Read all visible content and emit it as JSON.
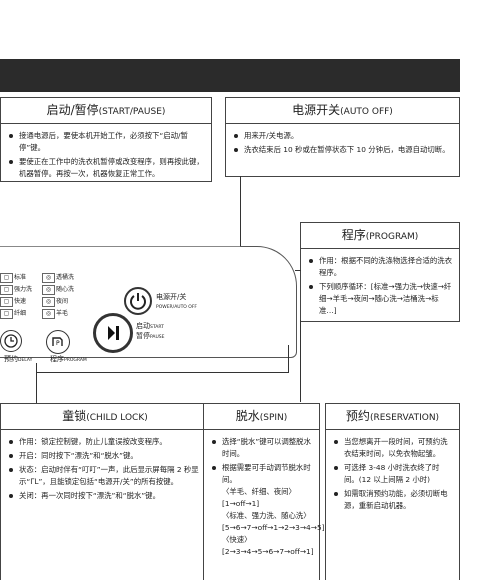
{
  "start_pause": {
    "title": "启动/暂停",
    "title_en": "(START/PAUSE)",
    "items": [
      "接通电源后，要使本机开始工作，必须按下“启动/暂停”键。",
      "要使正在工作中的洗衣机暂停或改变程序，则再按此键，机器暂停。再按一次，机器恢复正常工作。"
    ]
  },
  "power": {
    "title": "电源开关",
    "title_en": "(AUTO OFF)",
    "items": [
      "用来开/关电源。",
      "洗衣结束后 10 秒或在暂停状态下 10 分钟后，电源自动切断。"
    ]
  },
  "program": {
    "title": "程序",
    "title_en": "(PROGRAM)",
    "items": [
      "作用：根据不同的洗涤物选择合适的洗衣程序。",
      "下列顺序循环：[标准→强力洗→快速→纤细→羊毛→夜间→随心洗→洁桶洗→标准…]"
    ]
  },
  "panel": {
    "cycles_left": [
      "标准",
      "强力洗",
      "快速",
      "纤细"
    ],
    "cycles_right": [
      "透桶洗",
      "随心洗",
      "夜间",
      "羊毛"
    ],
    "power_label": "电源开/关",
    "power_label_en": "POWER/AUTO OFF",
    "start_label": "启动",
    "start_label_en": "START",
    "pause_label": "暂停",
    "pause_label_en": "PAUSE",
    "program_label": "程序",
    "program_label_en": "PROGRAM",
    "delay_label": "预约",
    "delay_label_en": "DELAY"
  },
  "child_lock": {
    "title": "童锁",
    "title_en": "(CHILD LOCK)",
    "items": [
      "作用：锁定控制键，防止儿童误按改变程序。",
      "开启：同时按下“漂洗”和“脱水”键。",
      "状态：启动时伴有“叮叮”一声，此后显示屏每隔 2 秒显示“ᒥᒪ”，且能锁定包括“电源开/关”的所有按键。",
      "关闭：再一次同时按下“漂洗”和“脱水”键。"
    ]
  },
  "spin": {
    "title": "脱水",
    "title_en": "(SPIN)",
    "items": [
      "选择“脱水”键可以调整脱水时间。",
      "根据需要可手动调节脱水时间。"
    ],
    "sequences": [
      "〈羊毛、纤细、夜间〉[1→off→1]",
      "〈标准、强力洗、随心洗〉[5→6→7→off→1→2→3→4→5]",
      "〈快速〉[2→3→4→5→6→7→off→1]"
    ]
  },
  "reservation": {
    "title": "预约",
    "title_en": "(RESERVATION)",
    "items": [
      "当您想离开一段时间，可预约洗衣结束时间，以免衣物起皱。",
      "可选择 3-48 小时洗衣终了时间。(12 以上间隔 2 小时)",
      "如需取消预约功能，必须切断电源，重新启动机器。"
    ]
  }
}
